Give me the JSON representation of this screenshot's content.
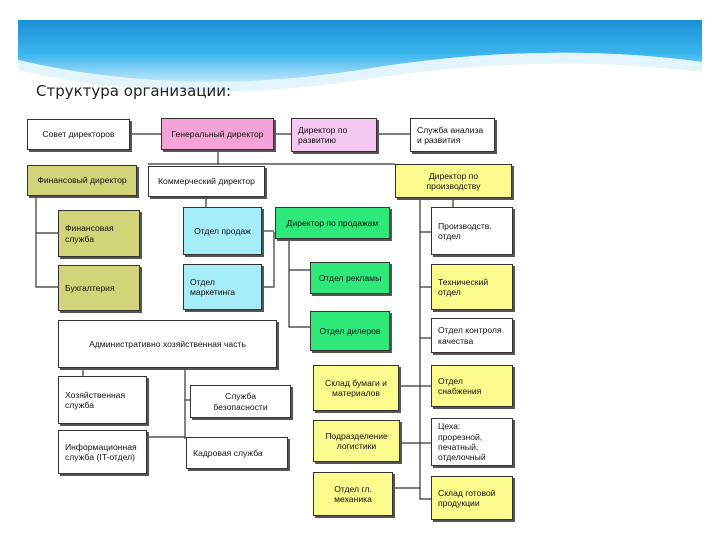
{
  "slide": {
    "title": "Структура организации:",
    "colors": {
      "header_blue": "#2aa9e8",
      "white": "#ffffff",
      "pink": "#f3a3d8",
      "lavender": "#f4c8f0",
      "olive": "#d2d47a",
      "cyan": "#a6eef7",
      "yellow": "#fbfb8e",
      "green": "#2ee87a"
    }
  },
  "org": {
    "board": "Совет директоров",
    "general_director": "Генеральный директор",
    "dev_director": "Директор по развитию",
    "analysis_service": "Служба анализа и развития",
    "finance_director": "Финансовый директор",
    "commercial_director": "Коммерческий директор",
    "production_director": "Директор по производству",
    "finance_service": "Финансовая служба",
    "sales_dept": "Отдел продаж",
    "sales_director": "Директор по продажам",
    "production_dept": "Производств. отдел",
    "accounting": "Бухгалтерия",
    "marketing_dept": "Отдел маркетинга",
    "advertising_dept": "Отдел рекламы",
    "technical_dept": "Технический отдел",
    "admin_part": "Административно хозяйственная часть",
    "dealers_dept": "Отдел дилеров",
    "quality_dept": "Отдел контроля качества",
    "household_service": "Хозяйственная служба",
    "security_service": "Служба безопасности",
    "paper_warehouse": "Склад бумаги и материалов",
    "supply_dept": "Отдел снабжения",
    "it_service": "Информационная служба (IT-отдел)",
    "hr_service": "Кадровая служба",
    "logistics": "Подразделение логистики",
    "workshops": "Цеха: прорезной, печатный, отделочный",
    "mechanic_dept": "Отдел гл. механика",
    "finished_goods": "Склад готовой продукции"
  }
}
